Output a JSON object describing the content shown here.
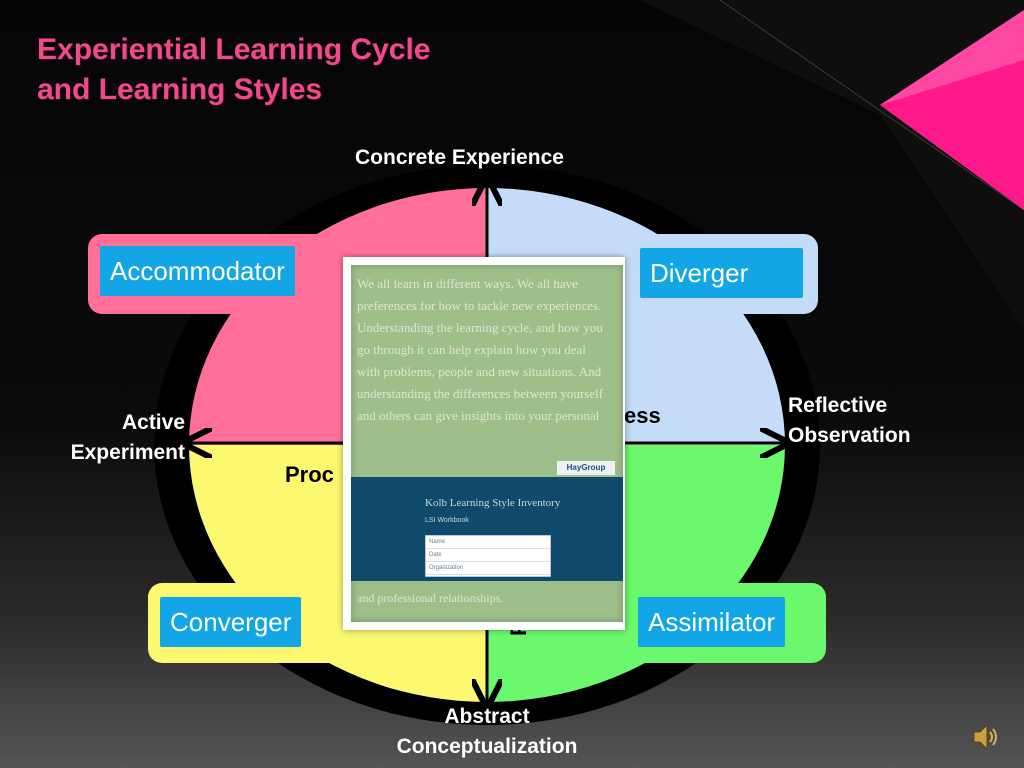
{
  "slide": {
    "title_line1": "Experiential Learning Cycle",
    "title_line2": "and Learning Styles"
  },
  "axes": {
    "top": "Concrete Experience",
    "right_line1": "Reflective",
    "right_line2": "Observation",
    "bottom_line1": "Abstract",
    "bottom_line2": "Conceptualization",
    "left_line1": "Active",
    "left_line2": "Experiment"
  },
  "styles": {
    "accommodator": "Accommodator",
    "diverger": "Diverger",
    "converger": "Converger",
    "assimilator": "Assimilator"
  },
  "inner_labels": {
    "right_fragment": "ess",
    "left_fragment": "Proc",
    "bottom_fragment": "P"
  },
  "colors": {
    "accommodator_quadrant": "#ff6f9a",
    "diverger_quadrant": "#c4dcf8",
    "converger_quadrant": "#fcf870",
    "assimilator_quadrant": "#6cf86c",
    "label_box": "#12a6e6",
    "title": "#f04a8c",
    "accent_triangle": "#ff1a8c"
  },
  "document": {
    "body_text": "We all learn in different ways. We all have preferences for how to tackle new experiences. Understanding the learning cycle, and how you go through it can help explain how you deal with problems, people and new situations. And understanding the differences between yourself and others can give insights into your personal",
    "tab_label": "HayGroup",
    "band_title": "Kolb Learning Style Inventory",
    "band_subtitle": "LSI Workbook",
    "form_row1": "Name",
    "form_row2": "Date",
    "form_row3": "Organization",
    "footer_text": "and professional relationships."
  },
  "icons": {
    "speaker": "speaker-icon"
  }
}
